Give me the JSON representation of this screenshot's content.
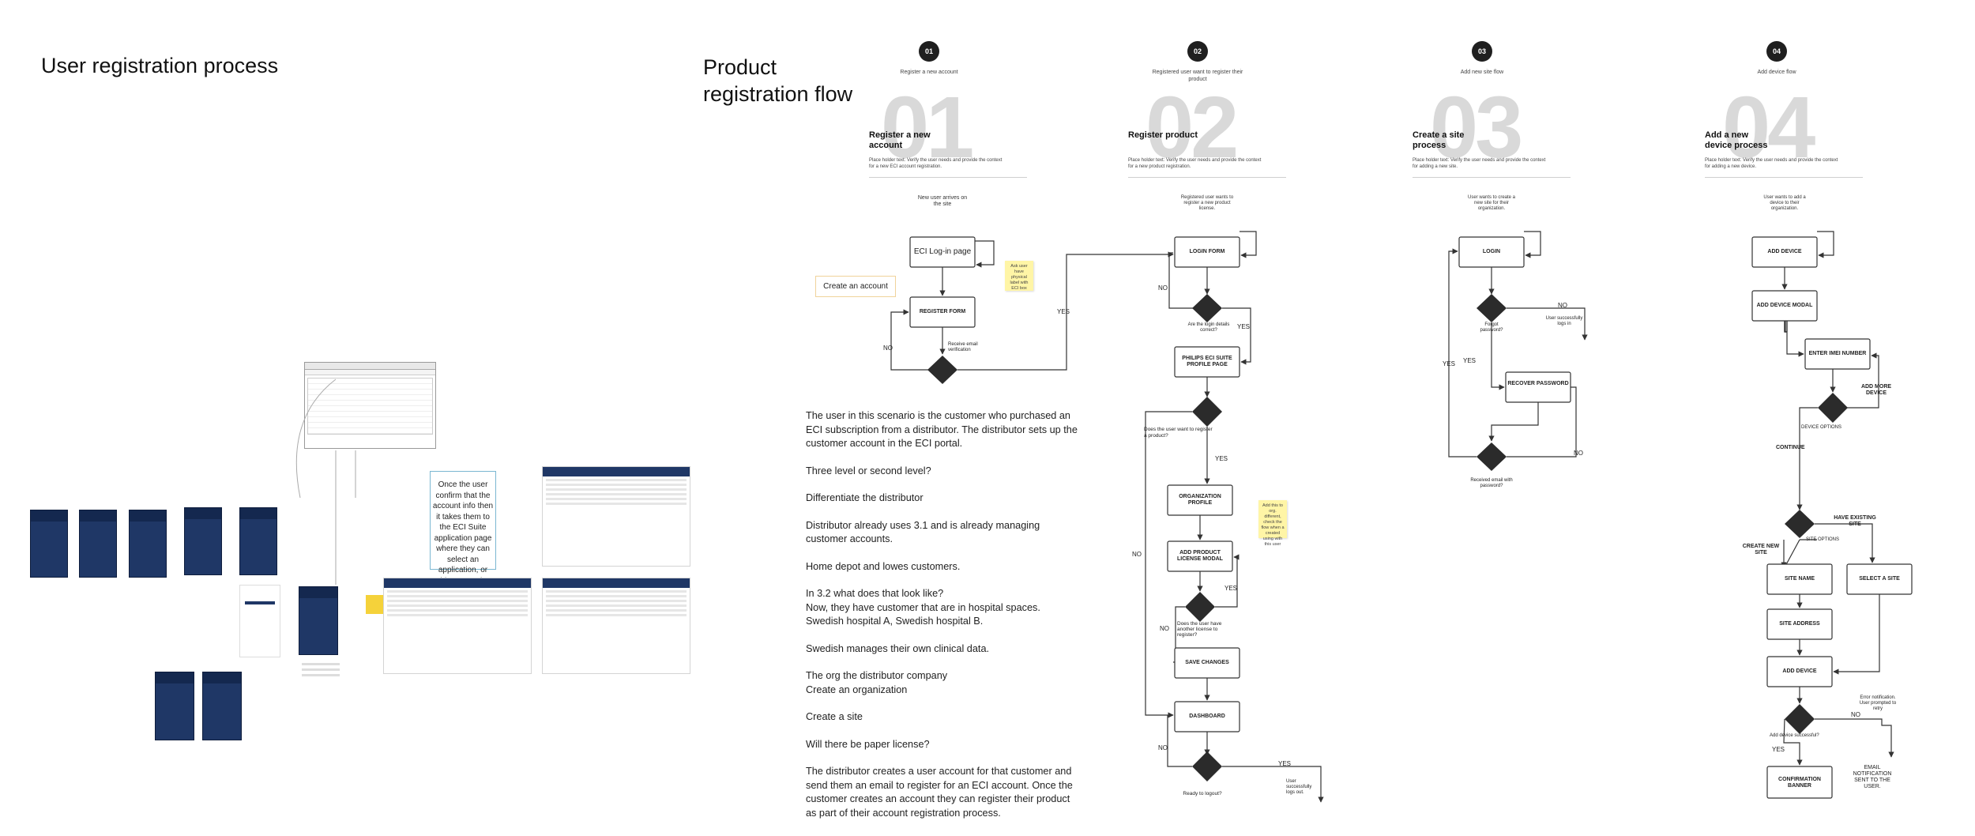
{
  "titles": {
    "user_registration": "User registration process",
    "product_registration": "Product\nregistration flow"
  },
  "callout": "Once the user confirm that the account info then it takes them to the ECI Suite application page where they can select an application, or add new service.",
  "notes": [
    "The user in this scenario is the customer who purchased an ECI subscription from a distributor. The distributor sets up the customer account in the ECI portal.",
    "Three level or second level?",
    "Differentiate the distributor",
    "Distributor already uses 3.1 and is already managing customer accounts.",
    "Home depot and lowes customers.",
    "In 3.2 what does that look like?\nNow, they have customer that are in hospital spaces. Swedish hospital A, Swedish hospital B.",
    "Swedish manages their own clinical data.",
    "The org the distributor company\nCreate an organization",
    "Create a site",
    "Will there be paper license?",
    " The distributor creates a user account for that customer and send them an email to register for an ECI account. Once the customer creates an account they can register their product as part of their account registration process."
  ],
  "steps": [
    {
      "num": "01",
      "sub": "Register a new account",
      "big": "01",
      "title": "Register a new account",
      "desc": "Place holder text: Verify the user needs and provide the context for a new ECI account registration."
    },
    {
      "num": "02",
      "sub": "Registered user want to register their product",
      "big": "02",
      "title": "Register product",
      "desc": "Place holder text: Verify the user needs and provide the context for a new product registration."
    },
    {
      "num": "03",
      "sub": "Add new site flow",
      "big": "03",
      "title": "Create a site process",
      "desc": "Place holder text: Verify the user needs and provide the context for adding a new site."
    },
    {
      "num": "04",
      "sub": "Add device flow",
      "big": "04",
      "title": "Add a new device process",
      "desc": "Place holder text: Verify the user needs and provide the context for adding a new device."
    }
  ],
  "flow1": {
    "start": "New user arrives on the site",
    "login": "ECI Log-in page",
    "register": "REGISTER FORM",
    "email": "Receive email verification",
    "no": "NO",
    "yes": "YES",
    "create_account": "Create an account",
    "sticky": "Ask user have physical label with ECI box"
  },
  "flow2": {
    "start": "Registered user wants to register a new product license.",
    "login": "LOGIN FORM",
    "q1": "Are the login details correct?",
    "profile": "PHILIPS ECI SUITE PROFILE PAGE",
    "q2": "Does the user want to register a product?",
    "org": "ORGANIZATION PROFILE",
    "license": "ADD PRODUCT LICENSE MODAL",
    "q3": "Does the user have another license to register?",
    "save": "SAVE CHANGES",
    "dashboard": "DASHBOARD",
    "q4": "Ready to logout?",
    "logout": "User successfully logs out.",
    "yes": "YES",
    "no": "NO",
    "sticky": "Add this to org. different, check the flow when a created using with this user"
  },
  "flow3": {
    "start": "User wants to create a new site for their organization.",
    "login": "LOGIN",
    "q1": "Forgot password?",
    "success": "User successfully logs in",
    "recover": "RECOVER PASSWORD",
    "q2": "Received email with password?",
    "yes": "YES",
    "no": "NO"
  },
  "flow4": {
    "start": "User wants to add a device to their organization.",
    "add_device": "ADD DEVICE",
    "modal": "ADD DEVICE MODAL",
    "imei": "ENTER IMEI NUMBER",
    "more": "ADD MORE DEVICE",
    "options": "DEVICE OPTIONS",
    "continue": "CONTINUE",
    "site_options": "SITE OPTIONS",
    "create_site": "CREATE NEW SITE",
    "have_site": "HAVE EXISTING SITE",
    "site_name": "SITE NAME",
    "select_site": "SELECT A SITE",
    "site_address": "SITE ADDRESS",
    "add_device2": "ADD DEVICE",
    "q_success": "Add device successful?",
    "error": "Error notification. User prompted to retry",
    "confirm": "CONFIRMATION BANNER",
    "email": "EMAIL NOTIFICATION SENT TO THE USER.",
    "yes": "YES",
    "no": "NO"
  }
}
